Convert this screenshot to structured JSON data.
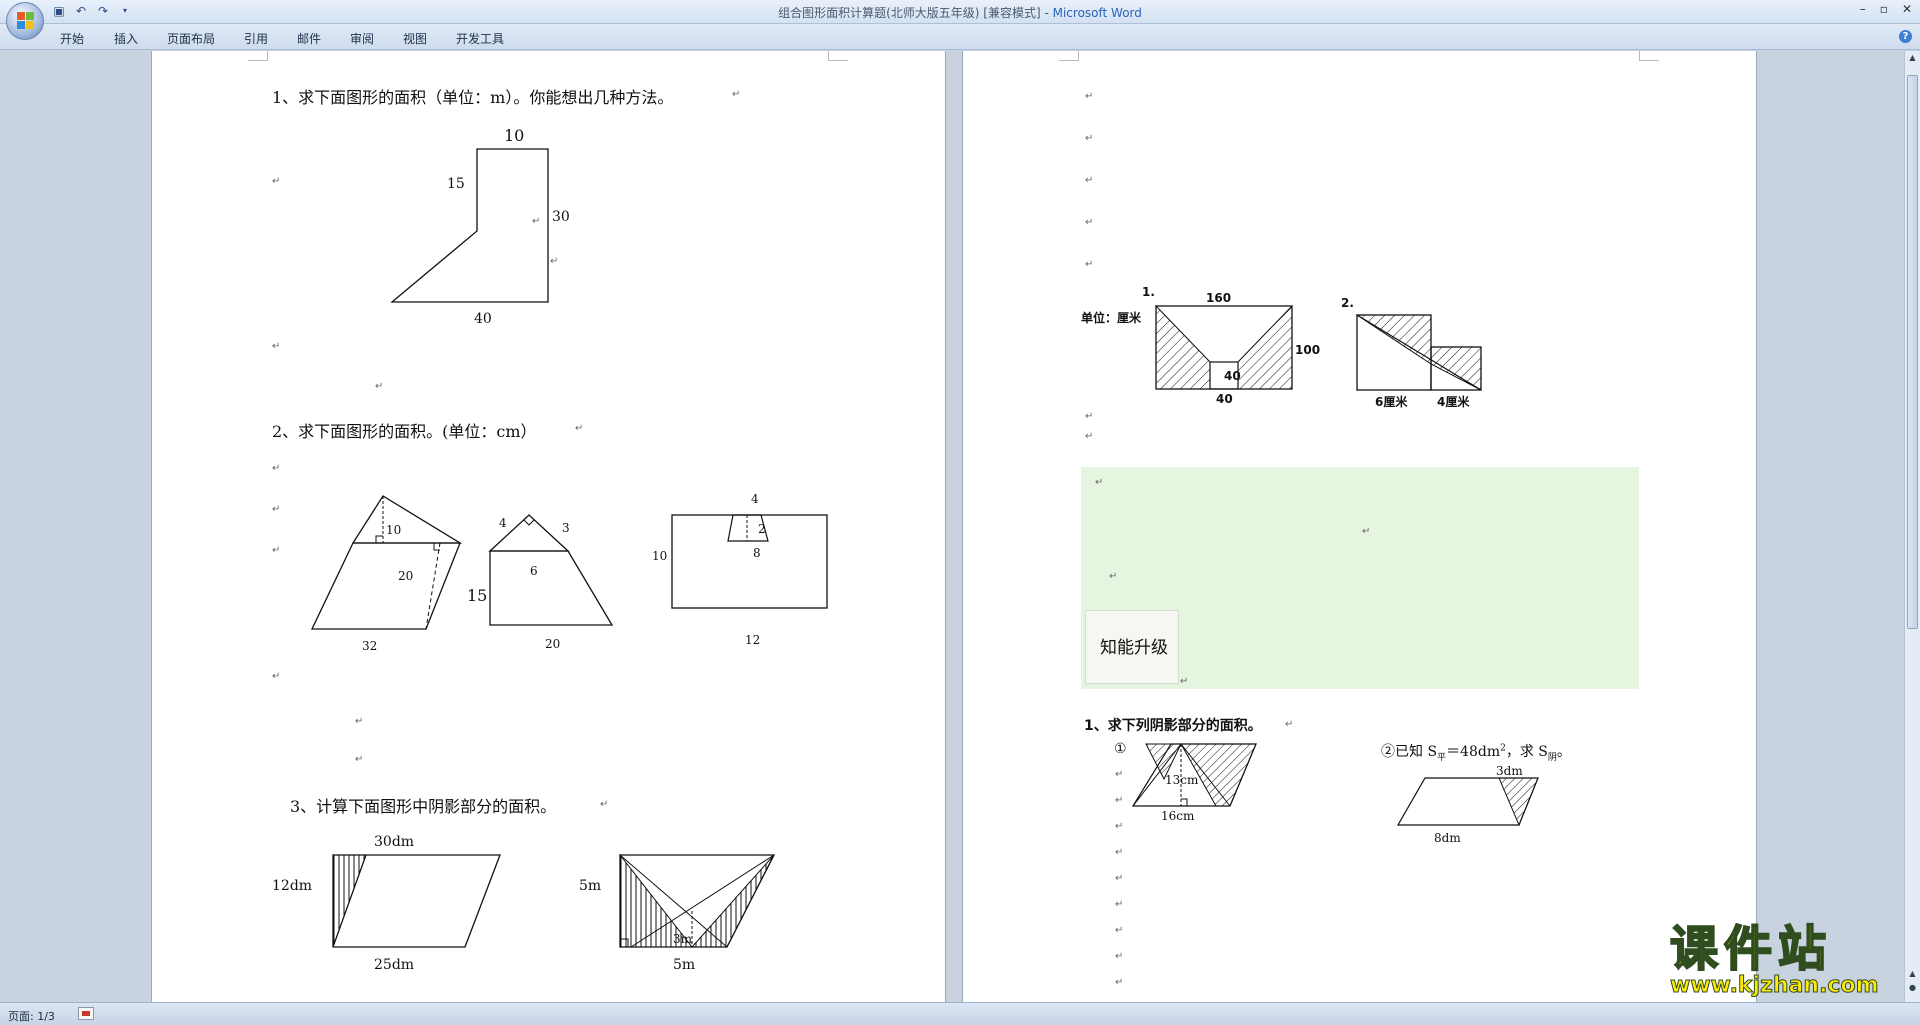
{
  "window": {
    "doc_name": "组合图形面积计算题(北师大版五年级) [兼容模式] - ",
    "app_name": "Microsoft Word"
  },
  "ribbon": {
    "tabs": [
      "开始",
      "插入",
      "页面布局",
      "引用",
      "邮件",
      "审阅",
      "视图",
      "开发工具"
    ]
  },
  "page1": {
    "q1": {
      "text": "1、求下面图形的面积（单位：m）。你能想出几种方法。",
      "labels": {
        "top": "10",
        "left": "15",
        "right": "30",
        "bottom": "40"
      }
    },
    "q2": {
      "text": "2、求下面图形的面积。(单位：cm）",
      "fig1": {
        "h1": "10",
        "h2": "20",
        "base": "32"
      },
      "fig2": {
        "a": "4",
        "b": "3",
        "mid": "6",
        "side": "15",
        "base": "20"
      },
      "fig3": {
        "top": "4",
        "h": "2",
        "bottom": "8",
        "side": "10",
        "base": "12"
      }
    },
    "q3": {
      "text": "3、计算下面图形中阴影部分的面积。",
      "fig1": {
        "top": "30dm",
        "side": "12dm",
        "bottom": "25dm"
      },
      "fig2": {
        "side": "5m",
        "mid": "3m",
        "bottom": "5m"
      }
    }
  },
  "page2": {
    "fig_a": {
      "num": "1.",
      "unit": "单位：厘米",
      "top": "160",
      "right": "100",
      "inner": "40",
      "bottom": "40"
    },
    "fig_b": {
      "num": "2.",
      "left": "6厘米",
      "right": "4厘米"
    },
    "badge": "知能升级",
    "q1": {
      "text": "1、求下列阴影部分的面积。",
      "item1_label": "①",
      "item1_h": "13cm",
      "item1_base": "16cm",
      "item2_label": "②已知 S",
      "item2_sub1": "平",
      "item2_eq": "＝48dm",
      "item2_sup": "2",
      "item2_rest": "，求 S",
      "item2_sub2": "阴",
      "item2_end": "。",
      "item2_top": "3dm",
      "item2_base": "8dm"
    }
  },
  "status": {
    "page": "页面: 1/3"
  },
  "watermark": {
    "big": "课件站",
    "url": "www.kjzhan.com"
  }
}
